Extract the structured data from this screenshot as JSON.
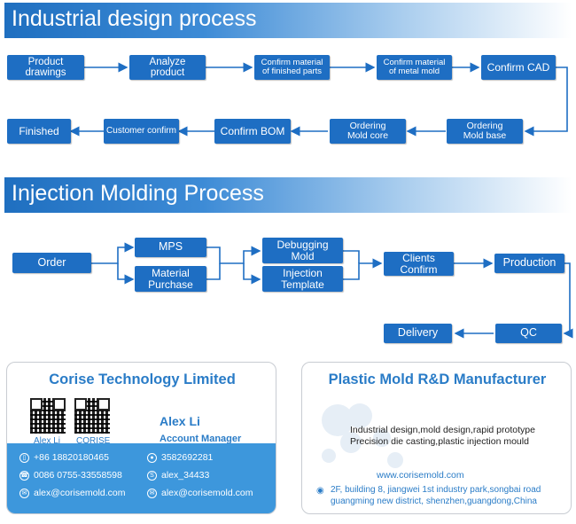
{
  "sections": {
    "industrial": "Industrial design process",
    "injection": "Injection Molding Process"
  },
  "industrial_steps": {
    "product_drawings": [
      "Product",
      "drawings"
    ],
    "analyze_product": [
      "Analyze",
      "product"
    ],
    "confirm_finished": [
      "Confirm material",
      "of finished parts"
    ],
    "confirm_metal": [
      "Confirm material",
      "of metal mold"
    ],
    "confirm_cad": [
      "Confirm CAD"
    ],
    "ordering_mold_base": [
      "Ordering",
      "Mold base"
    ],
    "ordering_mold_core": [
      "Ordering",
      "Mold core"
    ],
    "confirm_bom": [
      "Confirm BOM"
    ],
    "customer_confirm": [
      "Customer confirm"
    ],
    "finished": [
      "Finished"
    ]
  },
  "injection_steps": {
    "order": [
      "Order"
    ],
    "mps": [
      "MPS"
    ],
    "material_purchase": [
      "Material",
      "Purchase"
    ],
    "debugging_mold": [
      "Debugging",
      "Mold"
    ],
    "injection_template": [
      "Injection",
      "Template"
    ],
    "clients_confirm": [
      "Clients",
      "Confirm"
    ],
    "production": [
      "Production"
    ],
    "qc": [
      "QC"
    ],
    "delivery": [
      "Delivery"
    ]
  },
  "card_left": {
    "company": "Corise Technology Limited",
    "qr_label_1": "Alex Li",
    "qr_label_2": "CORISE",
    "name": "Alex Li",
    "title": "Account Manager",
    "phone": "+86 18820180465",
    "tel": "0086 0755-33558598",
    "email": "alex@corisemold.com",
    "qq": "3582692281",
    "skype": "alex_34433",
    "email2": "alex@corisemold.com"
  },
  "card_right": {
    "heading": "Plastic Mold R&D Manufacturer",
    "line1": "Industrial design,mold design,rapid prototype",
    "line2": "Precision die casting,plastic injection mould",
    "website": "www.corisemold.com",
    "address1": "2F, building 8, jiangwei 1st industry park,songbai road",
    "address2": "guangming new district, shenzhen,guangdong,China"
  },
  "colors": {
    "node": "#1e6ec3",
    "line": "#1e6ec3",
    "heading": "#2a7cc7",
    "band": "#3d97dc"
  }
}
